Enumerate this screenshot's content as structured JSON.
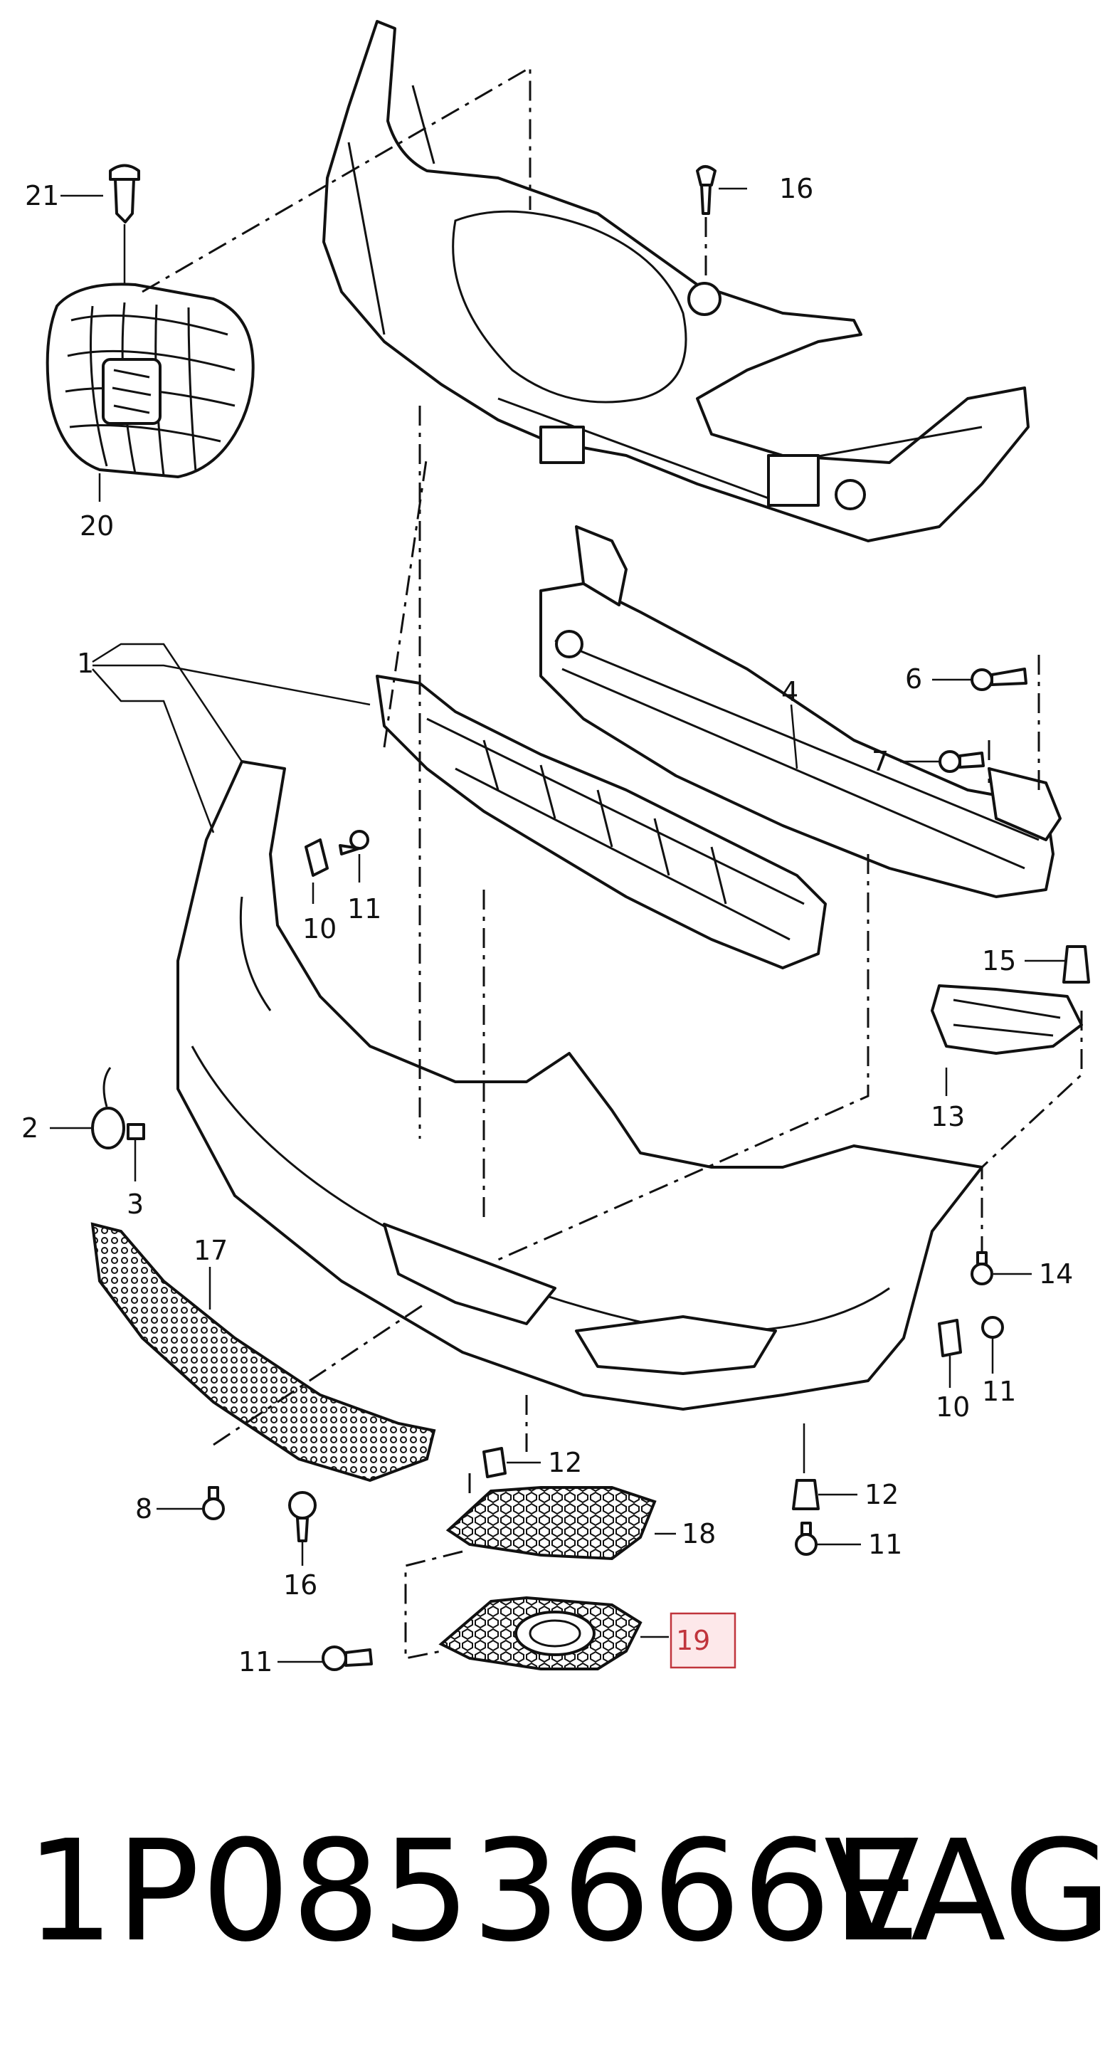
{
  "diagram": {
    "callouts": [
      {
        "id": "c21",
        "label": "21"
      },
      {
        "id": "c16a",
        "label": "16"
      },
      {
        "id": "c20",
        "label": "20"
      },
      {
        "id": "c1",
        "label": "1"
      },
      {
        "id": "c6",
        "label": "6"
      },
      {
        "id": "c4",
        "label": "4"
      },
      {
        "id": "c7",
        "label": "7"
      },
      {
        "id": "c10a",
        "label": "10"
      },
      {
        "id": "c11a",
        "label": "11"
      },
      {
        "id": "c15",
        "label": "15"
      },
      {
        "id": "c2",
        "label": "2"
      },
      {
        "id": "c3",
        "label": "3"
      },
      {
        "id": "c13",
        "label": "13"
      },
      {
        "id": "c17",
        "label": "17"
      },
      {
        "id": "c14",
        "label": "14"
      },
      {
        "id": "c11b",
        "label": "11"
      },
      {
        "id": "c10b",
        "label": "10"
      },
      {
        "id": "c12a",
        "label": "12"
      },
      {
        "id": "c12b",
        "label": "12"
      },
      {
        "id": "c8",
        "label": "8"
      },
      {
        "id": "c18",
        "label": "18"
      },
      {
        "id": "c11c",
        "label": "11"
      },
      {
        "id": "c16b",
        "label": "16"
      },
      {
        "id": "c19",
        "label": "19"
      },
      {
        "id": "c11d",
        "label": "11"
      }
    ],
    "highlighted_callout": "c19",
    "highlight_color": "#c0343c",
    "line_color": "#111111"
  },
  "footer": {
    "part_number": "1P0853666E",
    "brand": "VAG"
  }
}
